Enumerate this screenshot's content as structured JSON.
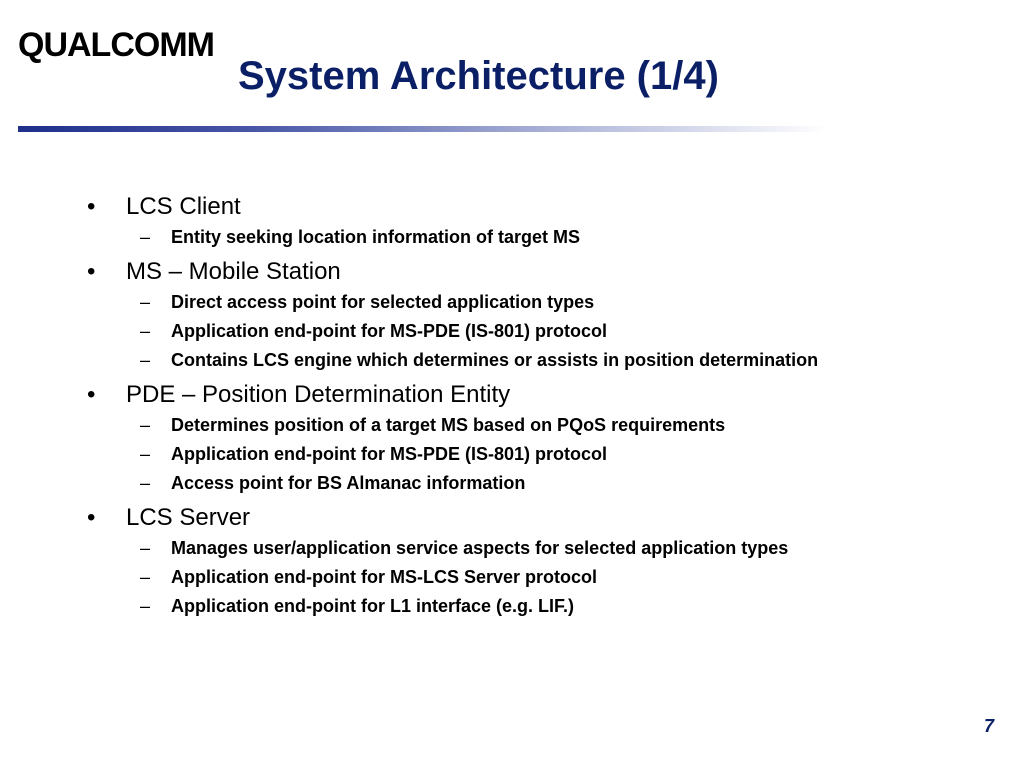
{
  "logo": {
    "icon": "qualcomm-logo",
    "text": "QUALCOMM"
  },
  "slide": {
    "title": "System Architecture (1/4)",
    "page_number": "7"
  },
  "content": {
    "bullet_marker": "•",
    "sub_marker": "–",
    "items": [
      {
        "label": "LCS Client",
        "subitems": [
          "Entity seeking location information of target MS"
        ]
      },
      {
        "label": "MS – Mobile Station",
        "subitems": [
          "Direct access point for selected application types",
          "Application end-point for MS-PDE (IS-801) protocol",
          "Contains LCS engine which determines or assists in position determination"
        ]
      },
      {
        "label": "PDE – Position Determination Entity",
        "subitems": [
          "Determines position of a target MS based on PQoS requirements",
          "Application end-point for MS-PDE (IS-801) protocol",
          "Access point for BS Almanac information"
        ]
      },
      {
        "label": "LCS Server",
        "subitems": [
          "Manages user/application service aspects for selected application types",
          "Application end-point for MS-LCS Server protocol",
          "Application end-point for L1 interface (e.g. LIF.)"
        ]
      }
    ]
  },
  "colors": {
    "title": "#0b1f66",
    "rule_start": "#1f2f8a",
    "text": "#000000"
  }
}
